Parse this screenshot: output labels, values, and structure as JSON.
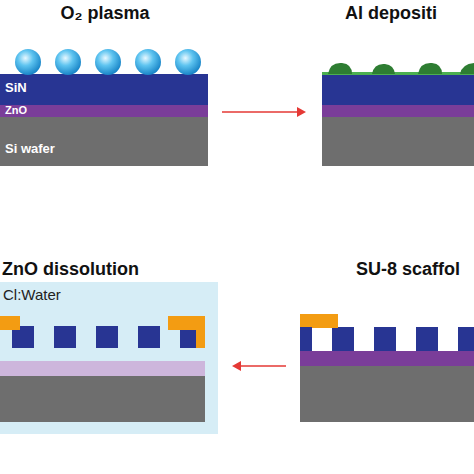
{
  "diagram": {
    "nodes": [
      {
        "text": [
          "O₂ plasma"
        ]
      },
      {
        "text": [
          "Al depositi"
        ]
      },
      {
        "text": [
          "ZnO dissolution"
        ]
      },
      {
        "text": [
          "SU-8 scaffol"
        ]
      }
    ],
    "edges": [
      {
        "from": 0,
        "to": 1,
        "arrow": "to"
      },
      {
        "from": 3,
        "to": 2,
        "arrow": "to"
      }
    ],
    "labels": [
      "SiN",
      "ZnO",
      "Si wafer",
      "Cl:Water"
    ]
  }
}
